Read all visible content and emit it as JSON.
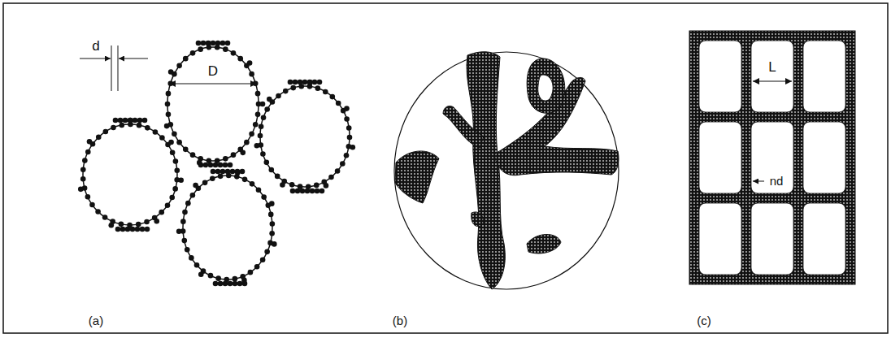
{
  "diagram": {
    "labels": [
      "d",
      "D",
      "(a)",
      "(b)",
      "L",
      "nd",
      "(c)"
    ]
  }
}
